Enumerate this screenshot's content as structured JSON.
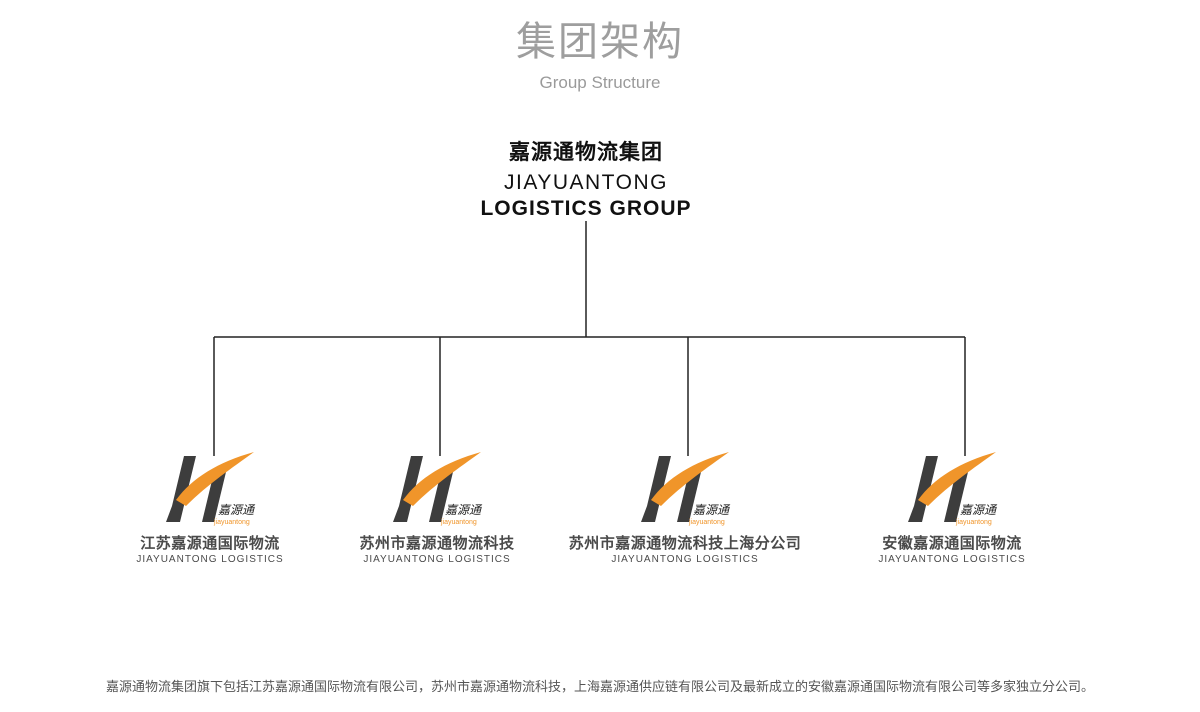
{
  "header": {
    "title_zh": "集团架构",
    "title_en": "Group Structure"
  },
  "root": {
    "name_zh": "嘉源通物流集团",
    "name_en_line1": "JIAYUANTONG",
    "name_en_line2": "LOGISTICS GROUP"
  },
  "subsidiaries": [
    {
      "name_zh": "江苏嘉源通国际物流",
      "name_en": "JIAYUANTONG LOGISTICS",
      "logo_text": "嘉源通",
      "logo_sub": "jiayuantong"
    },
    {
      "name_zh": "苏州市嘉源通物流科技",
      "name_en": "JIAYUANTONG LOGISTICS",
      "logo_text": "嘉源通",
      "logo_sub": "jiayuantong"
    },
    {
      "name_zh": "苏州市嘉源通物流科技上海分公司",
      "name_en": "JIAYUANTONG LOGISTICS",
      "logo_text": "嘉源通",
      "logo_sub": "jiayuantong"
    },
    {
      "name_zh": "安徽嘉源通国际物流",
      "name_en": "JIAYUANTONG LOGISTICS",
      "logo_text": "嘉源通",
      "logo_sub": "jiayuantong"
    }
  ],
  "footer": {
    "text": "嘉源通物流集团旗下包括江苏嘉源通国际物流有限公司，苏州市嘉源通物流科技，上海嘉源通供应链有限公司及最新成立的安徽嘉源通国际物流有限公司等多家独立分公司。"
  },
  "colors": {
    "logo_orange": "#f0952a",
    "logo_dark": "#3d3d3d",
    "line": "#222222"
  },
  "icons": {
    "logo": "jiayuantong-jh-logo"
  }
}
